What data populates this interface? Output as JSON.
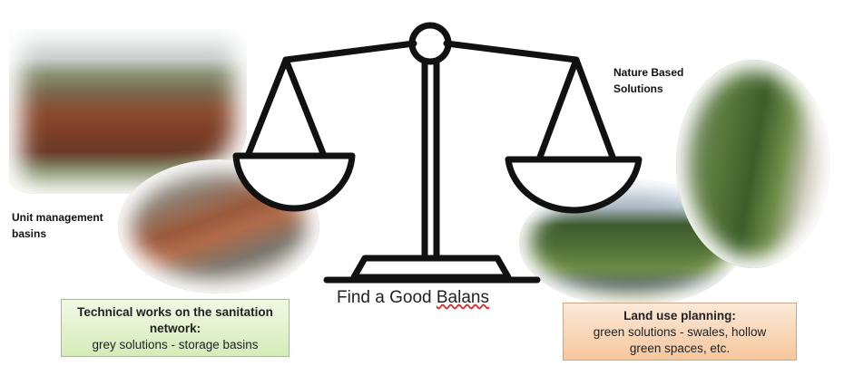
{
  "labels": {
    "unit_management_basins": [
      "Unit management",
      "basins"
    ],
    "nature_based_solutions": [
      "Nature Based",
      "Solutions"
    ]
  },
  "caption": {
    "prefix": "Find a Good ",
    "misspelled": "Balans"
  },
  "technical_box": {
    "title_line1": "Technical works on the sanitation",
    "title_line2": "network:",
    "body": "grey solutions - storage basins",
    "color": "#d5ecb8"
  },
  "land_use_box": {
    "title": "Land use planning:",
    "body_line1": "green solutions - swales, hollow",
    "body_line2": "green spaces, etc.",
    "color": "#f6c79d"
  },
  "icons": {
    "scale": "balance-scale-icon"
  }
}
